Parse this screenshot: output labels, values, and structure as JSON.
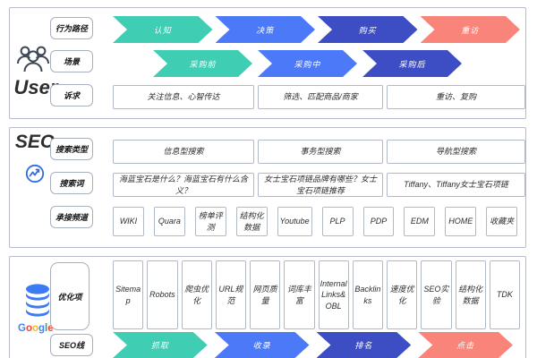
{
  "palette": {
    "teal": "#3fcdb4",
    "blue": "#4b79f8",
    "indigo": "#3d4ec4",
    "salmon": "#f9857a"
  },
  "user_section": {
    "entity_label": "User",
    "behavior_path": {
      "label": "行为路径",
      "stages": [
        {
          "text": "认知",
          "color": "#3fcdb4"
        },
        {
          "text": "决策",
          "color": "#4b79f8"
        },
        {
          "text": "购买",
          "color": "#3d4ec4"
        },
        {
          "text": "重访",
          "color": "#f9857a"
        }
      ]
    },
    "scene": {
      "label": "场景",
      "stages": [
        {
          "text": "采购前",
          "color": "#3fcdb4"
        },
        {
          "text": "采购中",
          "color": "#4b79f8"
        },
        {
          "text": "采购后",
          "color": "#3d4ec4"
        }
      ]
    },
    "appeal": {
      "label": "诉求",
      "items": [
        "关注信息、心智传达",
        "筛选、匹配商品/商家",
        "重访、复购"
      ]
    }
  },
  "seo_section": {
    "entity_label": "SEO",
    "search_type": {
      "label": "搜索类型",
      "items": [
        "信息型搜索",
        "事务型搜索",
        "导航型搜索"
      ]
    },
    "search_terms": {
      "label": "搜索词",
      "items": [
        "海蓝宝石是什么？海蓝宝石有什么含义？",
        "女士宝石项链品牌有哪些？女士宝石项链推荐",
        "Tiffany、Tiffany女士宝石项链"
      ]
    },
    "landing_channels": {
      "label": "承接频道",
      "items": [
        "WIKI",
        "Quara",
        "榜单评测",
        "结构化数据",
        "Youtube",
        "PLP",
        "PDP",
        "EDM",
        "HOME",
        "收藏夹"
      ]
    }
  },
  "google_section": {
    "entity_label": "Google",
    "logo_letters": [
      {
        "ch": "G",
        "color": "#4285F4"
      },
      {
        "ch": "o",
        "color": "#EA4335"
      },
      {
        "ch": "o",
        "color": "#FBBC05"
      },
      {
        "ch": "g",
        "color": "#4285F4"
      },
      {
        "ch": "l",
        "color": "#34A853"
      },
      {
        "ch": "e",
        "color": "#EA4335"
      }
    ],
    "optimization": {
      "label": "优化项",
      "items": [
        "Sitemap",
        "Robots",
        "爬虫优化",
        "URL规范",
        "网页质量",
        "词库丰富",
        "Internal Links&OBL",
        "Backlinks",
        "速度优化",
        "SEO实验",
        "结构化数据",
        "TDK"
      ]
    },
    "seo_line": {
      "label": "SEO线",
      "stages": [
        {
          "text": "抓取",
          "color": "#3fcdb4"
        },
        {
          "text": "收录",
          "color": "#4b79f8"
        },
        {
          "text": "排名",
          "color": "#3d4ec4"
        },
        {
          "text": "点击",
          "color": "#f9857a"
        }
      ]
    }
  }
}
